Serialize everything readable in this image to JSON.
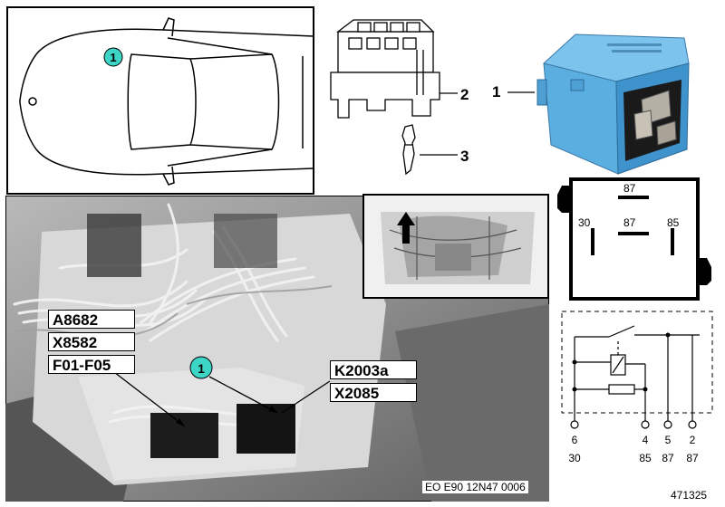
{
  "callouts": {
    "car_badge": "1",
    "photo_badge": "1",
    "part_1": "1",
    "part_2": "2",
    "part_3": "3"
  },
  "photo_labels": {
    "left": [
      "A8682",
      "X8582",
      "F01-F05"
    ],
    "right": [
      "K2003a",
      "X2085"
    ]
  },
  "relay_pins": {
    "top": "87",
    "left": "30",
    "center": "87",
    "right": "85"
  },
  "schematic_pins": [
    {
      "pin": "6",
      "terminal": "30"
    },
    {
      "pin": "4",
      "terminal": "85"
    },
    {
      "pin": "5",
      "terminal": "87"
    },
    {
      "pin": "2",
      "terminal": "87"
    }
  ],
  "photo_caption": "EO E90 12N47 0006",
  "figure_number": "471325",
  "colors": {
    "badge": "#3dd6c6",
    "relay_body": "#5aaee0",
    "photo_bg": "#8a8a8a"
  }
}
